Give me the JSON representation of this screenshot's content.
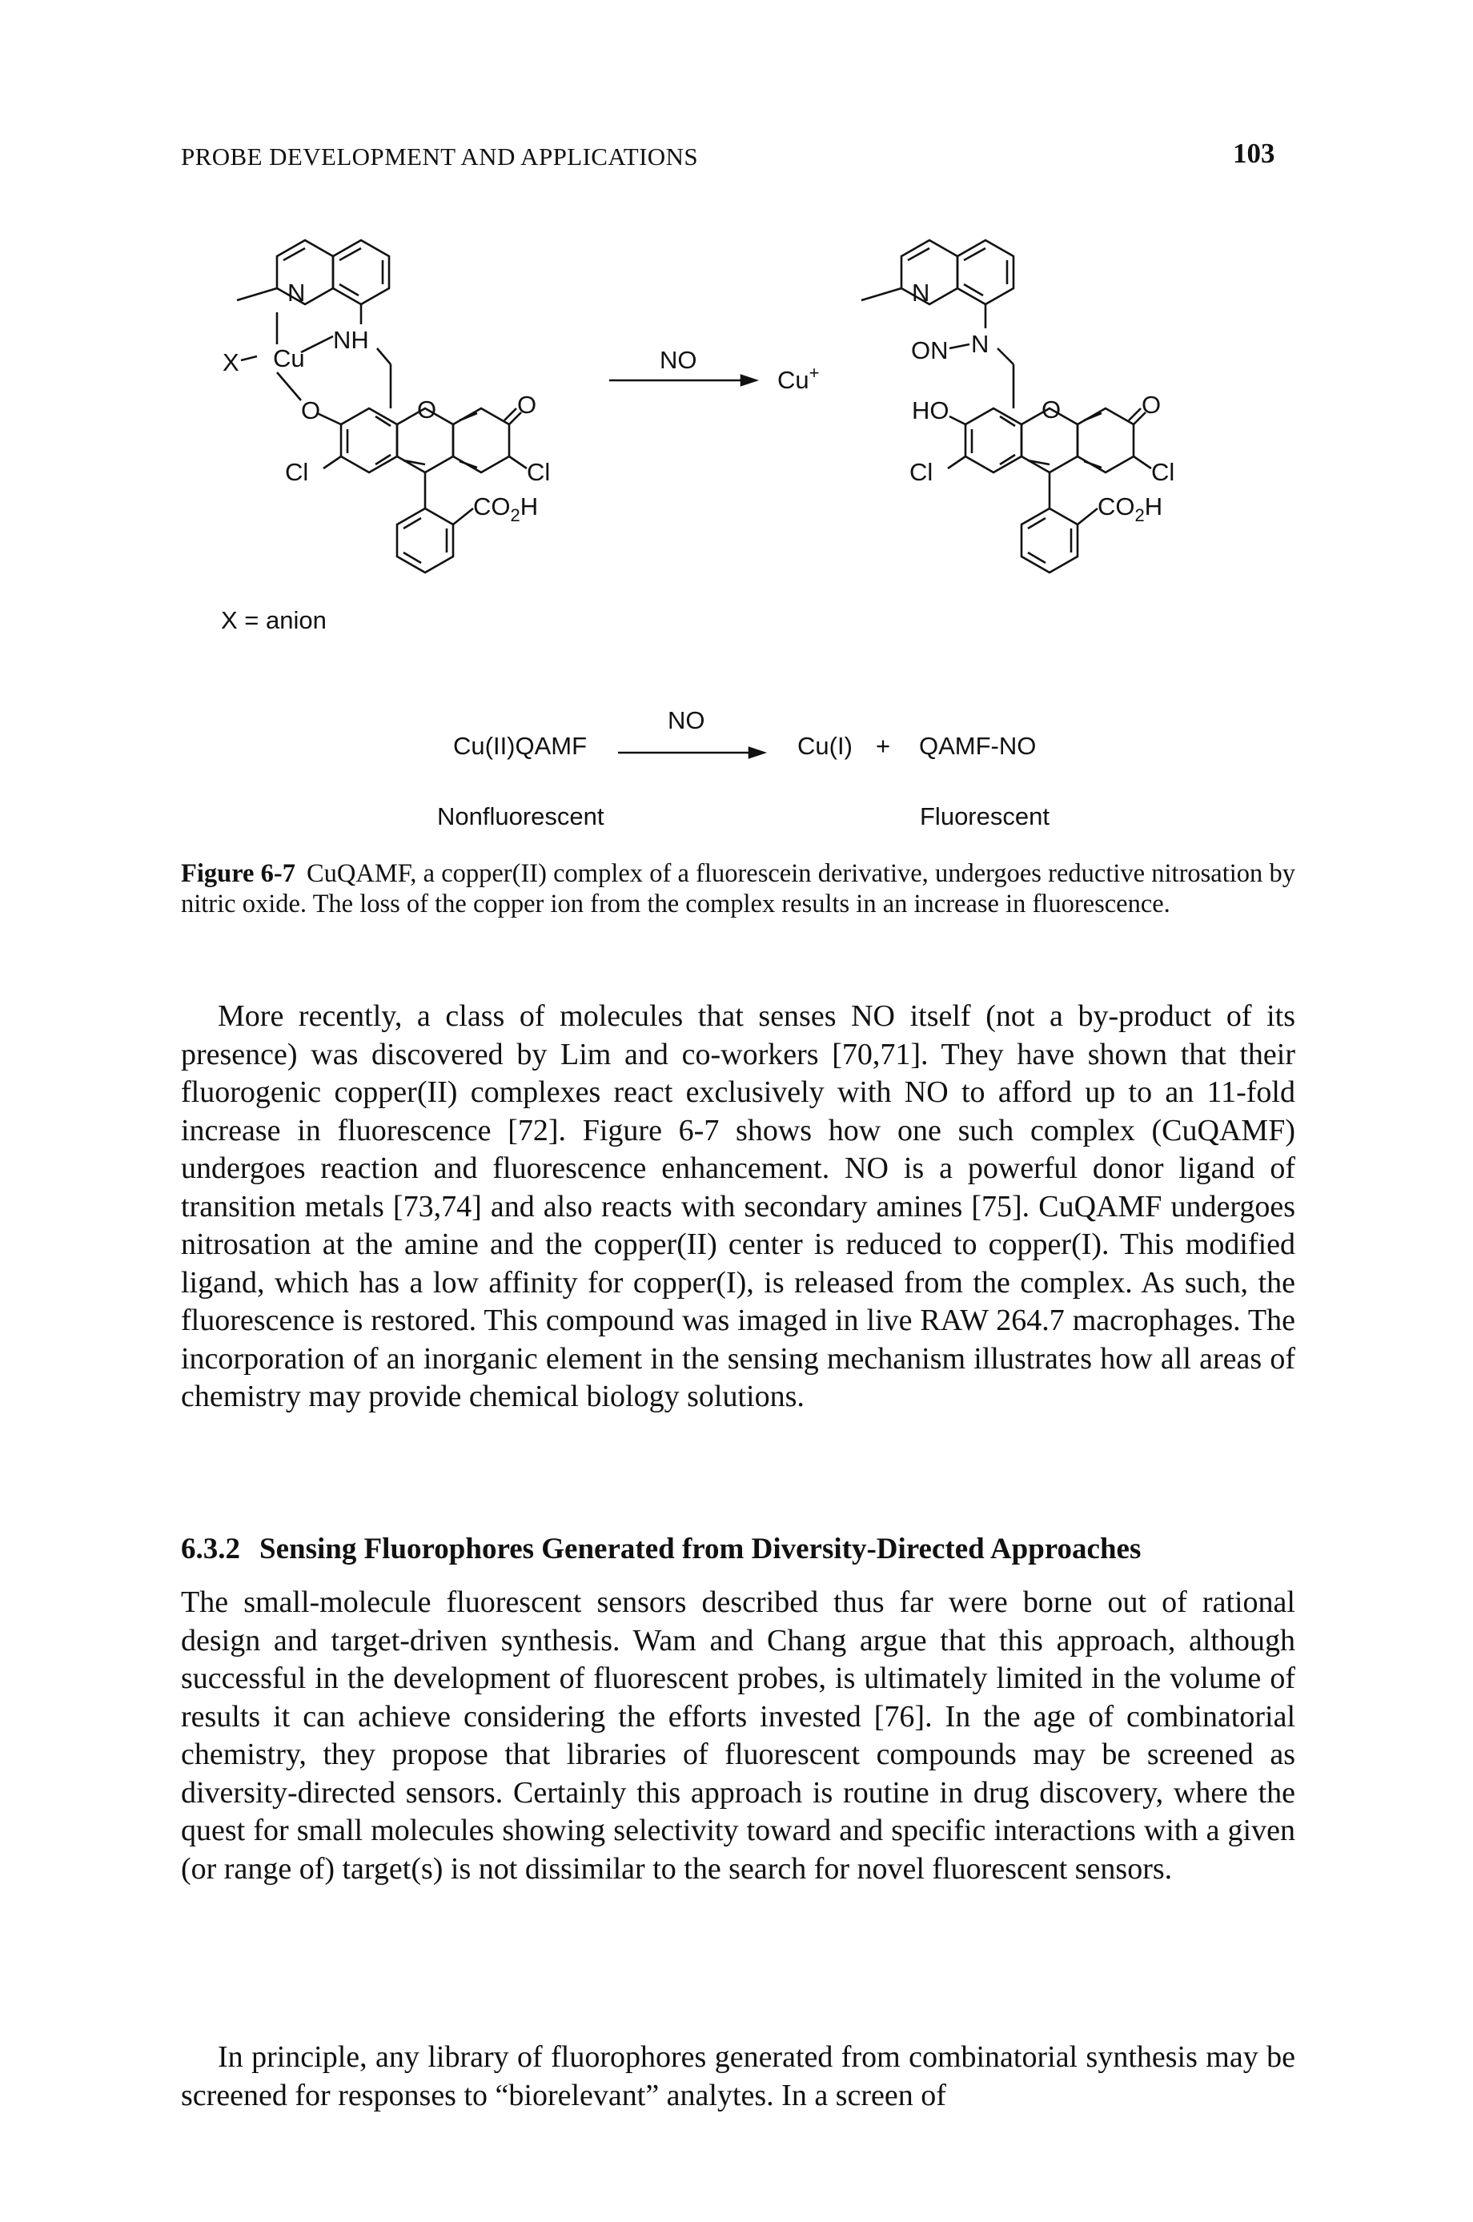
{
  "header": {
    "running_head": "PROBE DEVELOPMENT AND APPLICATIONS",
    "page_number": "103"
  },
  "figure": {
    "left": {
      "atom_N": "N",
      "atom_Cu": "Cu",
      "atom_X": "X",
      "group_NH": "NH",
      "atom_O_phenol": "O",
      "atom_O_ring": "O",
      "atom_O_keto": "O",
      "cl_left": "Cl",
      "cl_right": "Cl",
      "carboxyl": "CO",
      "carboxyl_sub": "2",
      "carboxyl_h": "H",
      "anion_note": "X = anion"
    },
    "arrow_top_label": "NO",
    "released_ion": "Cu",
    "released_ion_charge": "+",
    "right": {
      "atom_N": "N",
      "group_ON": "ON",
      "atom_N_amine": "N",
      "group_HO": "HO",
      "atom_O_ring": "O",
      "atom_O_keto": "O",
      "cl_left": "Cl",
      "cl_right": "Cl",
      "carboxyl": "CO",
      "carboxyl_sub": "2",
      "carboxyl_h": "H"
    },
    "equation": {
      "reactant": "Cu(II)QAMF",
      "arrow_label": "NO",
      "product_1": "Cu(I)",
      "plus": "+",
      "product_2": "QAMF-NO",
      "reactant_state": "Nonfluorescent",
      "product_state": "Fluorescent"
    },
    "caption_label": "Figure 6-7",
    "caption_text": "CuQAMF, a copper(II) complex of a fluorescein derivative, undergoes reductive nitrosation by nitric oxide. The loss of the copper ion from the complex results in an increase in fluorescence."
  },
  "body": {
    "paragraph_1": "More recently, a class of molecules that senses NO itself (not a by-product of its presence) was discovered by Lim and co-workers [70,71]. They have shown that their fluorogenic copper(II) complexes react exclusively with NO to afford up to an 11-fold increase in fluorescence [72]. Figure 6-7 shows how one such complex (CuQAMF) undergoes reaction and fluorescence enhancement. NO is a powerful donor ligand of transition metals [73,74] and also reacts with secondary amines [75]. CuQAMF undergoes nitrosation at the amine and the copper(II) center is reduced to copper(I). This modified ligand, which has a low affinity for copper(I), is released from the complex. As such, the fluorescence is restored. This compound was imaged in live RAW 264.7 macrophages. The incorporation of an inorganic element in the sensing mechanism illustrates how all areas of chemistry may provide chemical biology solutions.",
    "section_number": "6.3.2",
    "section_title": "Sensing Fluorophores Generated from Diversity-Directed Approaches",
    "paragraph_2": "The small-molecule fluorescent sensors described thus far were borne out of rational design and target-driven synthesis. Wam and Chang argue that this approach, although successful in the development of fluorescent probes, is ultimately limited in the volume of results it can achieve considering the efforts invested [76]. In the age of combinatorial chemistry, they propose that libraries of fluorescent compounds may be screened as diversity-directed sensors. Certainly this approach is routine in drug discovery, where the quest for small molecules showing selectivity toward and specific interactions with a given (or range of) target(s) is not dissimilar to the search for novel fluorescent sensors.",
    "paragraph_3": "In principle, any library of fluorophores generated from combinatorial synthesis may be screened for responses to “biorelevant” analytes. In a screen of"
  }
}
